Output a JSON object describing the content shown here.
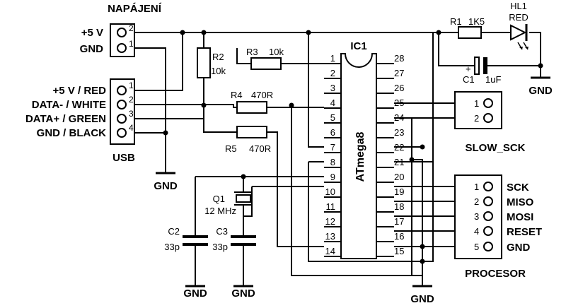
{
  "connectors": {
    "napajeni": {
      "title": "NAPÁJENÍ",
      "pins": [
        "2",
        "1"
      ],
      "labels": [
        "+5 V",
        "GND"
      ]
    },
    "usb": {
      "title": "USB",
      "pins": [
        "1",
        "2",
        "3",
        "4"
      ],
      "labels": [
        "+5 V / RED",
        "DATA- / WHITE",
        "DATA+ / GREEN",
        "GND / BLACK"
      ]
    },
    "slow_sck": {
      "title": "SLOW_SCK",
      "pins": [
        "1",
        "2"
      ]
    },
    "procesor": {
      "title": "PROCESOR",
      "pins": [
        "1",
        "2",
        "3",
        "4",
        "5"
      ],
      "labels": [
        "SCK",
        "MISO",
        "MOSI",
        "RESET",
        "GND"
      ]
    }
  },
  "ic": {
    "name": "IC1",
    "part": "ATmega8",
    "left_pins": [
      "1",
      "2",
      "3",
      "4",
      "5",
      "6",
      "7",
      "8",
      "9",
      "10",
      "11",
      "12",
      "13",
      "14"
    ],
    "right_pins": [
      "28",
      "27",
      "26",
      "25",
      "24",
      "23",
      "22",
      "21",
      "20",
      "19",
      "18",
      "17",
      "16",
      "15"
    ]
  },
  "parts": {
    "r1": {
      "ref": "R1",
      "value": "1K5"
    },
    "r2": {
      "ref": "R2",
      "value": "10k"
    },
    "r3": {
      "ref": "R3",
      "value": "10k"
    },
    "r4": {
      "ref": "R4",
      "value": "470R"
    },
    "r5": {
      "ref": "R5",
      "value": "470R"
    },
    "hl1": {
      "ref": "HL1",
      "value": "RED"
    },
    "c1": {
      "ref": "C1",
      "value": "1uF",
      "polarity": "+"
    },
    "c2": {
      "ref": "C2",
      "value": "33p"
    },
    "c3": {
      "ref": "C3",
      "value": "33p"
    },
    "q1": {
      "ref": "Q1",
      "value": "12 MHz"
    }
  },
  "gnd_label": "GND"
}
